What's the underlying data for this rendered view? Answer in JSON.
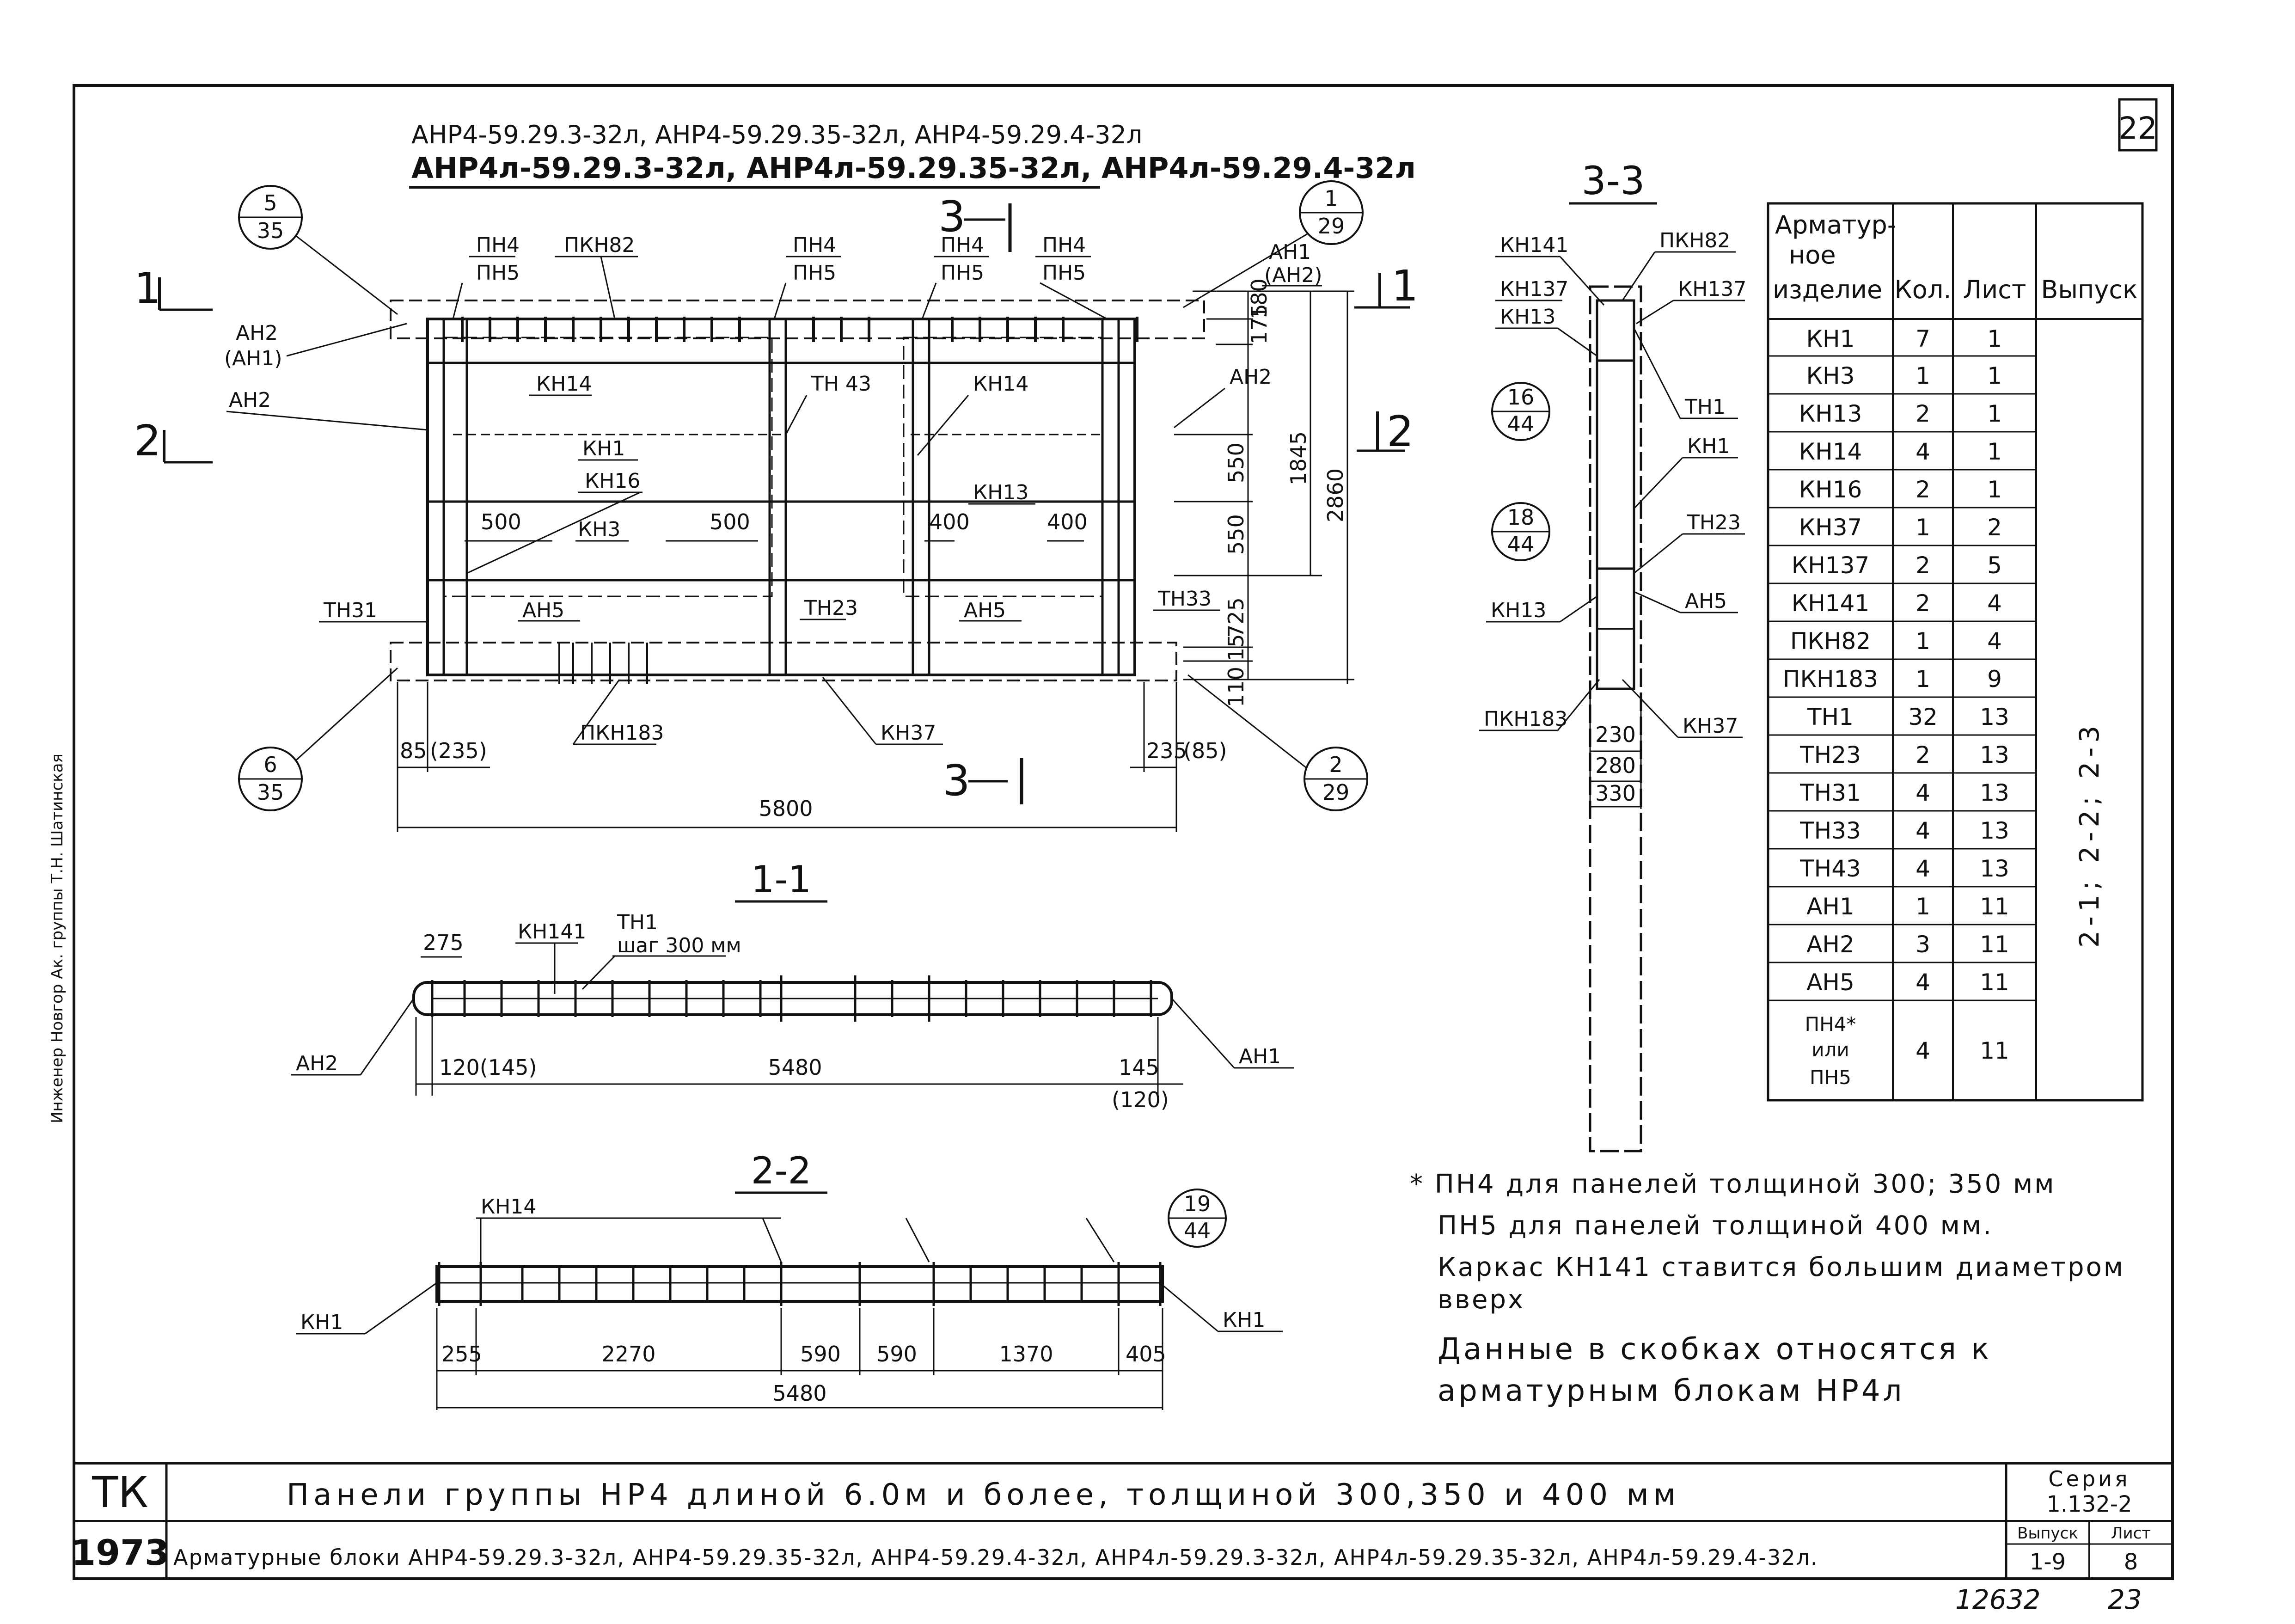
{
  "sheet_number": "22",
  "titles": {
    "line1": "АНР4-59.29.3-32л, АНР4-59.29.35-32л, АНР4-59.29.4-32л",
    "line2": "АНР4л-59.29.3-32л, АНР4л-59.29.35-32л, АНР4л-59.29.4-32л"
  },
  "section_titles": {
    "s11": "1-1",
    "s22": "2-2",
    "s33": "3-3"
  },
  "main_view": {
    "section_marks": {
      "m1": "1",
      "m2": "2",
      "m3": "3"
    },
    "callouts": {
      "c5_35": [
        "5",
        "35"
      ],
      "c1_29": [
        "1",
        "29"
      ],
      "c6_35": [
        "6",
        "35"
      ],
      "c2_29": [
        "2",
        "29"
      ]
    },
    "labels": {
      "pn4a": "ПН4",
      "pn5a": "ПН5",
      "pkn82": "ПКН82",
      "pn4b": "ПН4",
      "pn5b": "ПН5",
      "pn4c": "ПН4",
      "pn5c": "ПН5",
      "pn4d": "ПН4",
      "pn5d": "ПН5",
      "an1": "АН1",
      "an2_paren": "(АН2)",
      "an2_left": "АН2",
      "an1_paren": "(АН1)",
      "an2_left2": "АН2",
      "kn14a": "КН14",
      "tn43": "ТН 43",
      "kn14b": "КН14",
      "an2_right": "АН2",
      "kn1": "КН1",
      "kn16": "КН16",
      "kn13": "КН13",
      "kn3": "КН3",
      "an5a": "АН5",
      "an5b": "АН5",
      "tn31": "ТН31",
      "tn23": "ТН23",
      "tn33": "ТН33",
      "pkn183": "ПКН183",
      "kn37": "КН37"
    },
    "dims": {
      "d500a": "500",
      "d500b": "500",
      "d400a": "400",
      "d400b": "400",
      "d180": "180",
      "d175": "175",
      "d550a": "550",
      "d550b": "550",
      "d725": "725",
      "d15": "15",
      "d110": "110",
      "d1845": "1845",
      "d2860": "2860",
      "d85": "85",
      "d235p": "(235)",
      "d235": "235",
      "d85p": "(85)",
      "d5800": "5800"
    }
  },
  "section_11": {
    "labels": {
      "kn141": "КН141",
      "tn1": "ТН1",
      "step": "шаг 300 мм",
      "an2": "АН2",
      "an1": "АН1"
    },
    "dims": {
      "d275": "275",
      "d120": "120(145)",
      "d5480": "5480",
      "d145": "145",
      "d120p": "(120)"
    }
  },
  "section_22": {
    "labels": {
      "kn14": "КН14",
      "kn1a": "КН1",
      "kn1b": "КН1"
    },
    "callout": [
      "19",
      "44"
    ],
    "dims": {
      "d255": "255",
      "d2270": "2270",
      "d590a": "590",
      "d590b": "590",
      "d1370": "1370",
      "d405": "405",
      "d5480": "5480"
    }
  },
  "section_33": {
    "labels": {
      "kn141": "КН141",
      "pkn82": "ПКН82",
      "kn137a": "КН137",
      "kn137b": "КН137",
      "kn13a": "КН13",
      "tn1": "ТН1",
      "kn1": "КН1",
      "tn23": "ТН23",
      "kn13b": "КН13",
      "an5": "АН5",
      "pkn183": "ПКН183",
      "kn37": "КН37"
    },
    "callouts": {
      "c16_44": [
        "16",
        "44"
      ],
      "c18_44": [
        "18",
        "44"
      ]
    },
    "dims": {
      "d230": "230",
      "d280": "280",
      "d330": "330"
    }
  },
  "spec_table": {
    "headers": {
      "item": [
        "Арматур-",
        "ное",
        "изделие"
      ],
      "qty": "Кол.",
      "sheet": "Лист",
      "issue": "Выпуск"
    },
    "issue_value": "2-1; 2-2; 2-3",
    "rows": [
      {
        "item": "КН1",
        "qty": "7",
        "sheet": "1"
      },
      {
        "item": "КН3",
        "qty": "1",
        "sheet": "1"
      },
      {
        "item": "КН13",
        "qty": "2",
        "sheet": "1"
      },
      {
        "item": "КН14",
        "qty": "4",
        "sheet": "1"
      },
      {
        "item": "КН16",
        "qty": "2",
        "sheet": "1"
      },
      {
        "item": "КН37",
        "qty": "1",
        "sheet": "2"
      },
      {
        "item": "КН137",
        "qty": "2",
        "sheet": "5"
      },
      {
        "item": "КН141",
        "qty": "2",
        "sheet": "4"
      },
      {
        "item": "ПКН82",
        "qty": "1",
        "sheet": "4"
      },
      {
        "item": "ПКН183",
        "qty": "1",
        "sheet": "9"
      },
      {
        "item": "ТН1",
        "qty": "32",
        "sheet": "13"
      },
      {
        "item": "ТН23",
        "qty": "2",
        "sheet": "13"
      },
      {
        "item": "ТН31",
        "qty": "4",
        "sheet": "13"
      },
      {
        "item": "ТН33",
        "qty": "4",
        "sheet": "13"
      },
      {
        "item": "ТН43",
        "qty": "4",
        "sheet": "13"
      },
      {
        "item": "АН1",
        "qty": "1",
        "sheet": "11"
      },
      {
        "item": "АН2",
        "qty": "3",
        "sheet": "11"
      },
      {
        "item": "АН5",
        "qty": "4",
        "sheet": "11"
      },
      {
        "item": [
          "ПН4*",
          "или",
          "ПН5"
        ],
        "qty": "4",
        "sheet": "11"
      }
    ]
  },
  "notes": {
    "n1": "* ПН4 для панелей толщиной 300; 350 мм",
    "n2": "ПН5 для панелей толщиной 400 мм.",
    "n3": "Каркас КН141 ставится большим диаметром",
    "n4": "вверх",
    "n5": "Данные в скобках относятся к",
    "n6": "арматурным блокам НР4л"
  },
  "title_block": {
    "org": "ТК",
    "year": "1973",
    "title1": "Панели группы НР4 длиной 6.0м и более, толщиной 300,350 и 400 мм",
    "title2": "Арматурные блоки АНР4-59.29.3-32л, АНР4-59.29.35-32л, АНР4-59.29.4-32л, АНР4л-59.29.3-32л, АНР4л-59.29.35-32л, АНР4л-59.29.4-32л.",
    "series_label": "Серия",
    "series_value": "1.132-2",
    "issue_label": "Выпуск",
    "issue_value": "1-9",
    "sheet_label": "Лист",
    "sheet_value": "8"
  },
  "margin_stamp": "Инженер Новгор Ак. группы Т.Н. Шатинская",
  "bottom_numbers": {
    "left": "12632",
    "right": "23"
  }
}
